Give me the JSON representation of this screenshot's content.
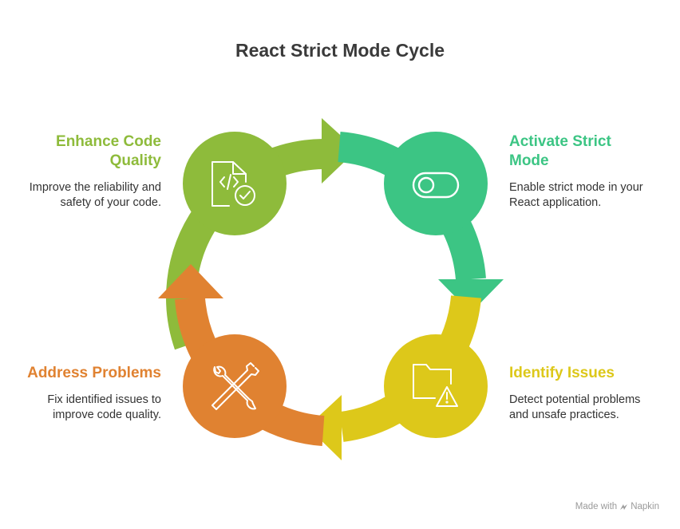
{
  "title": "React Strict Mode Cycle",
  "colors": {
    "green": "#8ebb3b",
    "teal": "#3cc584",
    "yellow": "#ddc81a",
    "orange": "#e08231",
    "text_dark": "#333333"
  },
  "steps": [
    {
      "heading": "Enhance Code Quality",
      "heading_line1": "Enhance Code",
      "heading_line2": "Quality",
      "description_line1": "Improve the reliability and",
      "description_line2": "safety of your code.",
      "icon": "code-file-check-icon",
      "color": "#8ebb3b"
    },
    {
      "heading": "Activate Strict Mode",
      "heading_line1": "Activate Strict",
      "heading_line2": "Mode",
      "description_line1": "Enable strict mode in your",
      "description_line2": "React application.",
      "icon": "toggle-switch-icon",
      "color": "#3cc584"
    },
    {
      "heading": "Identify Issues",
      "heading_line1": "Identify Issues",
      "description_line1": "Detect potential problems",
      "description_line2": "and unsafe practices.",
      "icon": "folder-warning-icon",
      "color": "#ddc81a"
    },
    {
      "heading": "Address Problems",
      "heading_line1": "Address Problems",
      "description_line1": "Fix identified issues to",
      "description_line2": "improve code quality.",
      "icon": "wrench-screwdriver-icon",
      "color": "#e08231"
    }
  ],
  "footer": {
    "made_with": "Made with",
    "brand": "Napkin"
  }
}
